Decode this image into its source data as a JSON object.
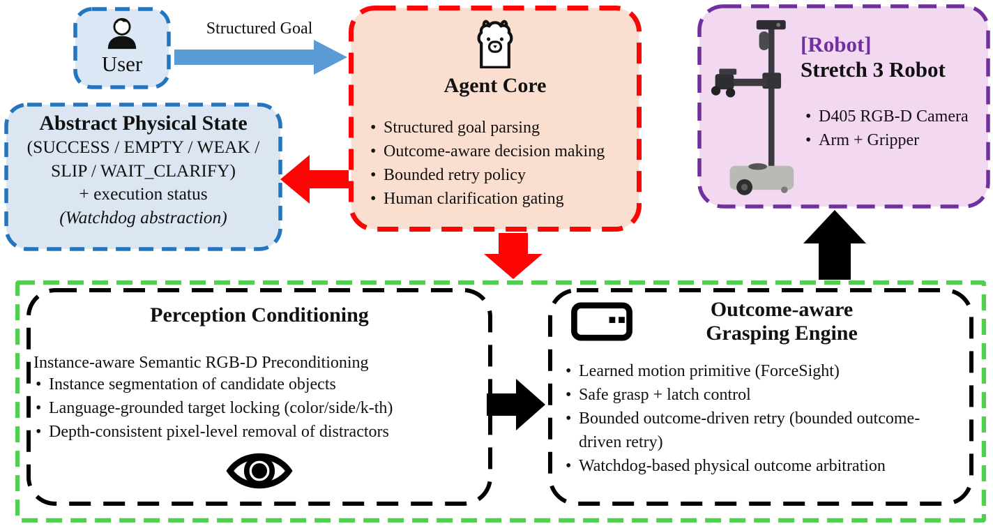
{
  "colors": {
    "blue_border": "#2375c0",
    "blue_fill": "#dbe7f4",
    "arrow_blue": "#5b9bd5",
    "red": "#fb0505",
    "peach_fill": "#fadfd0",
    "purple_border": "#7030a0",
    "purple_fill": "#f3d8f2",
    "green_border": "#4fd04f",
    "black": "#000000"
  },
  "icons": {
    "user": "person-icon",
    "agent": "llama-icon",
    "perception": "eye-icon",
    "grasping": "console-icon",
    "robot": "stretch-robot-image"
  },
  "user_box": {
    "label": "User"
  },
  "flow": {
    "structured_goal_label": "Structured Goal"
  },
  "agent_core": {
    "title": "Agent Core",
    "bullets": [
      "Structured goal parsing",
      "Outcome-aware decision making",
      "Bounded retry policy",
      "Human clarification gating"
    ]
  },
  "abstract_state": {
    "title": "Abstract Physical State",
    "lines": [
      "(SUCCESS / EMPTY / WEAK /",
      "SLIP / WAIT_CLARIFY)",
      "+ execution status",
      "(Watchdog abstraction)"
    ]
  },
  "robot_box": {
    "tag": "[Robot]",
    "title": "Stretch 3 Robot",
    "bullets": [
      "D405 RGB-D Camera",
      "Arm + Gripper"
    ]
  },
  "perception_box": {
    "title": "Perception Conditioning",
    "subtitle": "Instance-aware Semantic RGB-D Preconditioning",
    "bullets": [
      "Instance segmentation of candidate objects",
      "Language-grounded target locking (color/side/k-th)",
      "Depth-consistent pixel-level removal of distractors"
    ]
  },
  "grasping_box": {
    "title_line1": "Outcome-aware",
    "title_line2": "Grasping Engine",
    "bullets": [
      "Learned motion primitive (ForceSight)",
      "Safe grasp + latch control",
      "Bounded outcome-driven retry (bounded outcome-driven retry)",
      "Watchdog-based physical outcome arbitration"
    ]
  }
}
